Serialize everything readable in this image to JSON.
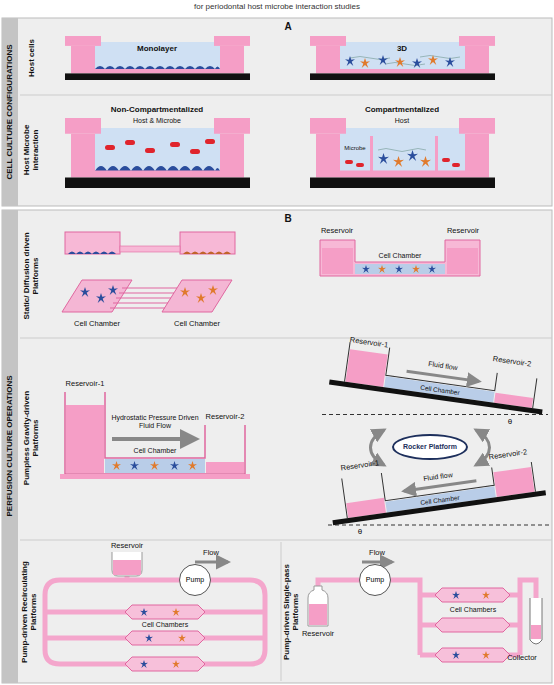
{
  "diagram": {
    "title": "for periodontal host microbe interaction studies",
    "nodes": [
      {
        "text": [
          "Rocker Platform"
        ]
      },
      {
        "text": [
          "Pump"
        ]
      },
      {
        "text": [
          "Pump"
        ]
      }
    ],
    "labels": [
      "A",
      "CELL CULTURE CONFIGURATIONS",
      "Host cells",
      "Host Microbe interaction",
      "Monolayer",
      "3D",
      "Non-Compartmentalized",
      "Host & Microbe",
      "Compartmentalized",
      "Host",
      "Microbe",
      "B",
      "PERFUSION CULTURE OPERATIONS",
      "Static/ Diffusion driven Platforms",
      "Cell Chamber",
      "Cell Chamber",
      "Reservoir",
      "Reservoir",
      "Cell Chamber",
      "Pumpless Gravity-driven Platforms",
      "Reservoir-1",
      "Reservoir-2",
      "Hydrostatic Pressure Driven Fluid Flow",
      "Cell Chamber",
      "Reservoir-1",
      "Fluid flow",
      "Reservoir-2",
      "Cell Chamber",
      "θ",
      "Reservoir-1",
      "Fluid flow",
      "Reservoir-2",
      "Cell Chamber",
      "θ",
      "Pump-driven Recirculating Platforms",
      "Reservoir",
      "Flow",
      "Cell Chambers",
      "Pump-driven Single-pass Platforms",
      "Flow",
      "Reservoir",
      "Cell Chambers",
      "Collector"
    ]
  }
}
